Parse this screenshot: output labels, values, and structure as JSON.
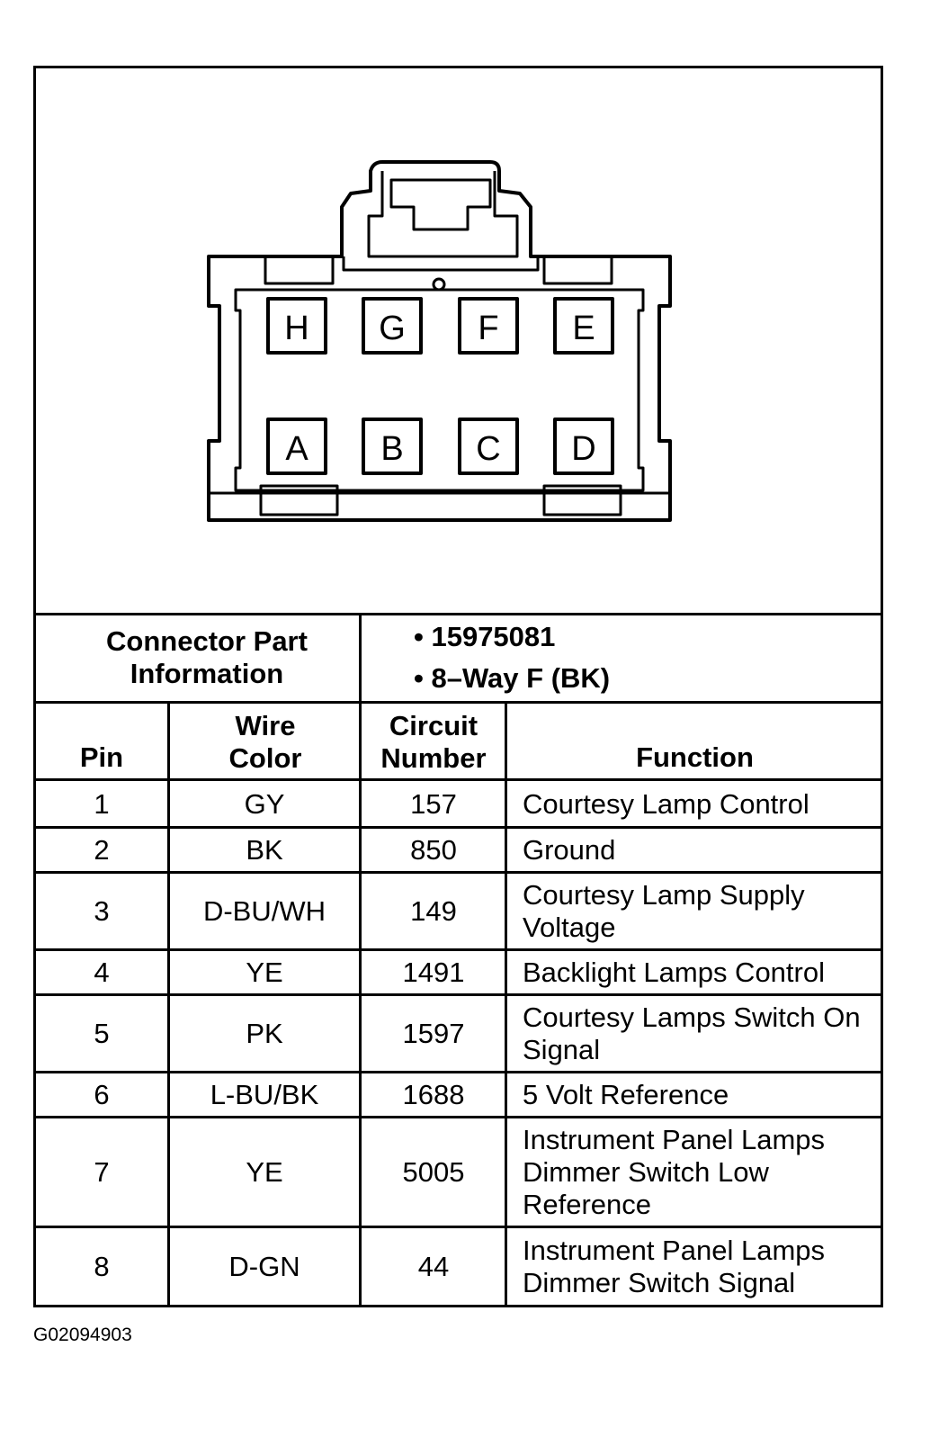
{
  "connector": {
    "pins_top": [
      "H",
      "G",
      "F",
      "E"
    ],
    "pins_bottom": [
      "A",
      "B",
      "C",
      "D"
    ]
  },
  "part_info": {
    "label": "Connector Part Information",
    "items": [
      "15975081",
      "8–Way F (BK)"
    ]
  },
  "table": {
    "headers": {
      "pin": "Pin",
      "wire_color": "Wire Color",
      "circuit_number": "Circuit Number",
      "function": "Function"
    },
    "rows": [
      {
        "pin": "1",
        "wire": "GY",
        "circuit": "157",
        "function": "Courtesy Lamp Control"
      },
      {
        "pin": "2",
        "wire": "BK",
        "circuit": "850",
        "function": "Ground"
      },
      {
        "pin": "3",
        "wire": "D-BU/WH",
        "circuit": "149",
        "function": "Courtesy Lamp Supply Voltage"
      },
      {
        "pin": "4",
        "wire": "YE",
        "circuit": "1491",
        "function": "Backlight Lamps Control"
      },
      {
        "pin": "5",
        "wire": "PK",
        "circuit": "1597",
        "function": "Courtesy Lamps Switch On Signal"
      },
      {
        "pin": "6",
        "wire": "L-BU/BK",
        "circuit": "1688",
        "function": "5 Volt Reference"
      },
      {
        "pin": "7",
        "wire": "YE",
        "circuit": "5005",
        "function": "Instrument Panel Lamps Dimmer Switch Low Reference"
      },
      {
        "pin": "8",
        "wire": "D-GN",
        "circuit": "44",
        "function": "Instrument Panel Lamps Dimmer Switch Signal"
      }
    ]
  },
  "footer_code": "G02094903"
}
